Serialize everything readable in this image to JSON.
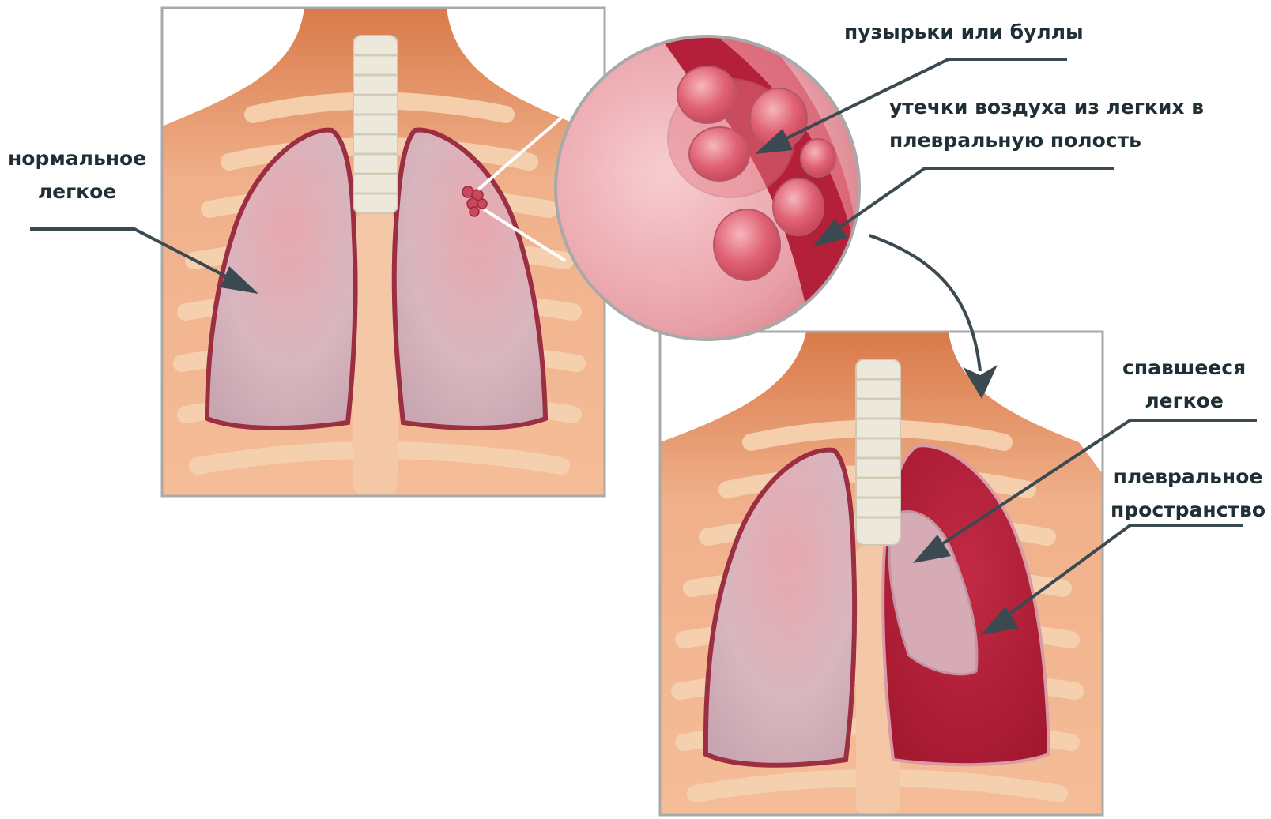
{
  "labels": {
    "normal_lung": [
      "нормальное",
      "легкое"
    ],
    "bullae": "пузырьки или буллы",
    "air_leak": [
      "утечки воздуха из легких в",
      "плевральную полость"
    ],
    "collapsed_lung": [
      "спавшееся",
      "легкое"
    ],
    "pleural_space": [
      "плевральное",
      "пространство"
    ]
  },
  "colors": {
    "skin": "#e8a27a",
    "skin_dark": "#c9683c",
    "rib": "#f6d2b0",
    "lung_fill": "#d9b3bd",
    "lung_outline": "#9a2a40",
    "trachea": "#ece8dc",
    "pleural_blood": "#b4203a",
    "frame": "#a9a9a9",
    "arrow": "#3b4a50",
    "label_text": "#1f2f35"
  }
}
